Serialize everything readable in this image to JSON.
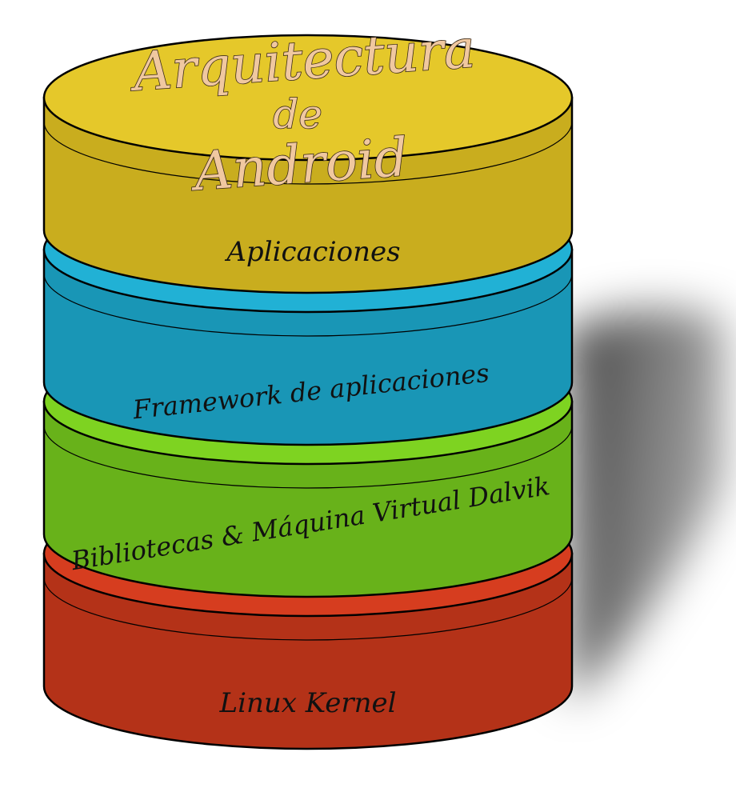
{
  "title": {
    "line1": "Arquitectura",
    "line2": "de",
    "line3": "Android"
  },
  "layers": [
    {
      "label": "Aplicaciones",
      "color": "#e5c82a",
      "dark": "#c9ad1e"
    },
    {
      "label": "Framework de aplicaciones",
      "color": "#21b1d5",
      "dark": "#1996b6"
    },
    {
      "label": "Bibliotecas & Máquina Virtual Dalvik",
      "color": "#7ed321",
      "dark": "#68b21a"
    },
    {
      "label": "Linux Kernel",
      "color": "#d63d1f",
      "dark": "#b43218"
    }
  ]
}
